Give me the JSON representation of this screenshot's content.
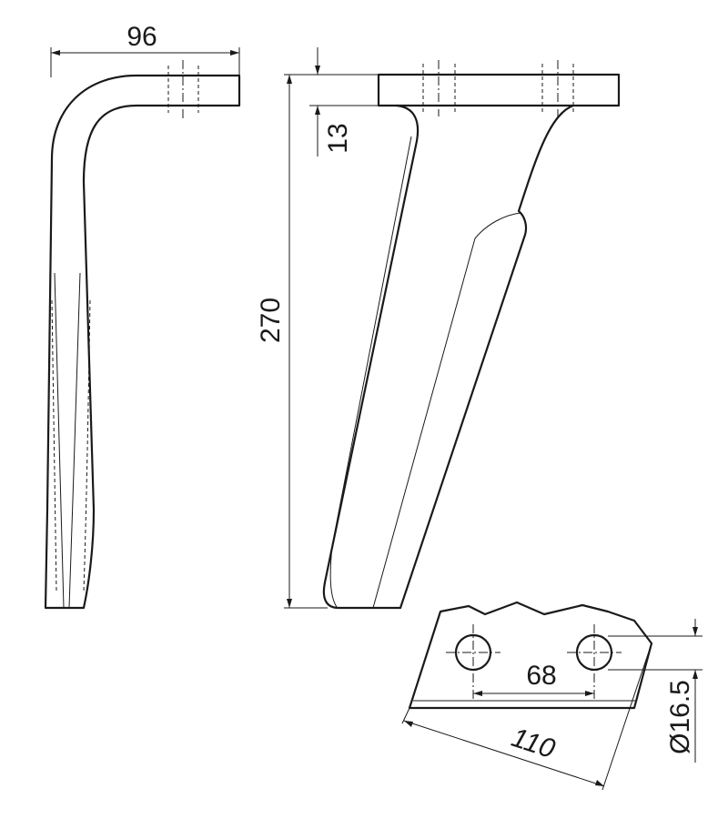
{
  "dimensions": {
    "width_top": "96",
    "flange_thickness": "13",
    "height": "270",
    "hole_spacing": "68",
    "cutting_length": "110",
    "hole_diameter": "Ø16.5"
  },
  "colors": {
    "line": "#1a1a1a",
    "background": "#ffffff"
  }
}
